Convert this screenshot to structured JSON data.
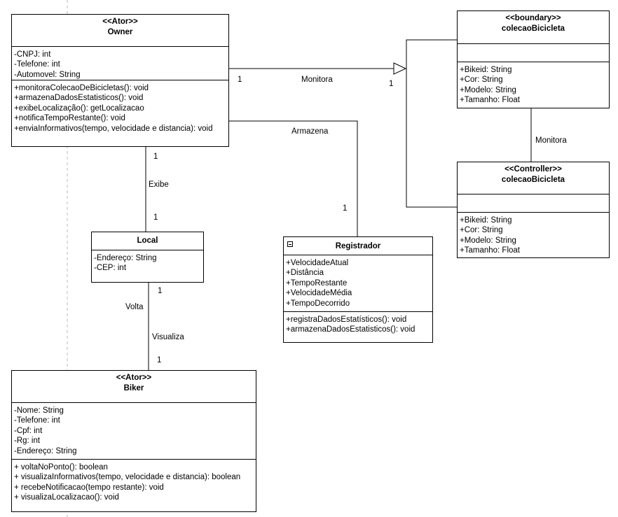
{
  "classes": {
    "owner": {
      "stereotype": "<<Ator>>",
      "name": "Owner",
      "attributes": [
        "-CNPJ: int",
        "-Telefone: int",
        "-Automovel: String"
      ],
      "methods": [
        "+monitoraColecaoDeBicicletas(): void",
        "+armazenaDadosEstatisticos(): void",
        "+exibeLocalização(): getLocalizacao",
        "+notificaTempoRestante(): void",
        "+enviaInformativos(tempo, velocidade e distancia): void"
      ]
    },
    "boundary": {
      "stereotype": "<<boundary>>",
      "name": "colecaoBicicleta",
      "attributes": [],
      "methods": [
        "+Bikeid: String",
        "+Cor: String",
        "+Modelo: String",
        "+Tamanho: Float"
      ]
    },
    "controller": {
      "stereotype": "<<Controller>>",
      "name": "colecaoBicicleta",
      "attributes": [],
      "methods": [
        "+Bikeid: String",
        "+Cor: String",
        "+Modelo: String",
        "+Tamanho: Float"
      ]
    },
    "local": {
      "name": "Local",
      "attributes": [
        "-Endereço: String",
        "-CEP: int"
      ]
    },
    "registrador": {
      "name": "Registrador",
      "attributes": [
        "+VelocidadeAtual",
        "+Distância",
        "+TempoRestante",
        "+VelocidadeMédia",
        "+TempoDecorrido"
      ],
      "methods": [
        "+registraDadosEstatísticos(): void",
        "+armazenaDadosEstatisticos(): void"
      ]
    },
    "biker": {
      "stereotype": "<<Ator>>",
      "name": "Biker",
      "attributes": [
        "-Nome: String",
        "-Telefone: int",
        "-Cpf: int",
        "-Rg: int",
        "-Endereço: String"
      ],
      "methods": [
        "+ voltaNoPonto(): boolean",
        "+ visualizaInformativos(tempo, velocidade e distancia): boolean",
        "+ recebeNotificacao(tempo restante): void",
        "+ visualizaLocalizacao(): void"
      ]
    }
  },
  "labels": {
    "monitora_top": "Monitora",
    "monitora_top_mult_left": "1",
    "monitora_top_mult_right": "1",
    "armazena": "Armazena",
    "armazena_mult": "1",
    "exibe": "Exibe",
    "exibe_mult_top": "1",
    "exibe_mult_bottom": "1",
    "monitora_right": "Monitora",
    "volta": "Volta",
    "visualiza": "Visualiza",
    "local_mult_bottom": "1",
    "biker_mult_top": "1"
  }
}
